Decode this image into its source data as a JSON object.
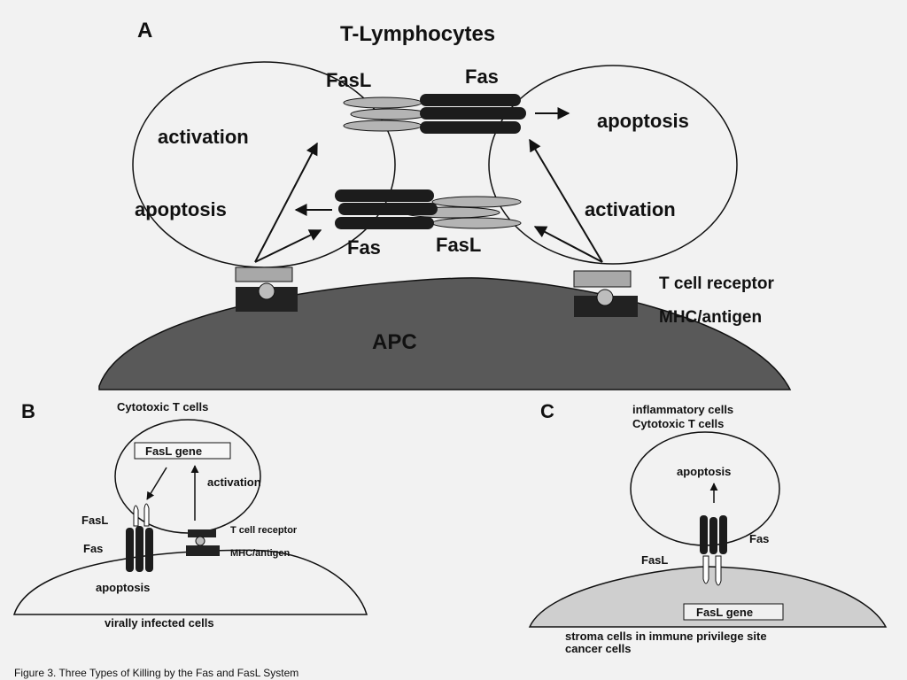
{
  "panel_a": {
    "letter": "A",
    "title": "T-Lymphocytes",
    "left_cell": {
      "process_top": "activation",
      "process_bottom": "apoptosis"
    },
    "right_cell": {
      "process_top": "apoptosis",
      "process_bottom": "activation"
    },
    "upper_pair": {
      "ligand": "FasL",
      "receptor": "Fas"
    },
    "lower_pair": {
      "receptor": "Fas",
      "ligand": "FasL"
    },
    "tcr_label": "T cell receptor",
    "mhc_label": "MHC/antigen",
    "apc_label": "APC"
  },
  "panel_b": {
    "letter": "B",
    "cell_title": "Cytotoxic T cells",
    "gene_box": "FasL gene",
    "activation": "activation",
    "fasl_label": "FasL",
    "fas_label": "Fas",
    "tcr_label": "T cell receptor",
    "mhc_label": "MHC/antigen",
    "apoptosis": "apoptosis",
    "target_label": "virally infected cells"
  },
  "panel_c": {
    "letter": "C",
    "title_line1": "inflammatory cells",
    "title_line2": "Cytotoxic T cells",
    "apoptosis": "apoptosis",
    "fas_label": "Fas",
    "fasl_label": "FasL",
    "gene_box": "FasL gene",
    "bottom_line1": "stroma cells in immune privilege site",
    "bottom_line2": "cancer cells"
  },
  "caption": "Figure 3.  Three Types of Killing by the Fas and FasL System",
  "colors": {
    "background": "#f2f2f2",
    "apc_fill": "#595959",
    "fas_dark": "#1c1c1c",
    "fasl_light": "#b4b4b4",
    "receptor_grey": "#a8a8a8",
    "mhc_dark": "#222222",
    "outline": "#111111"
  }
}
